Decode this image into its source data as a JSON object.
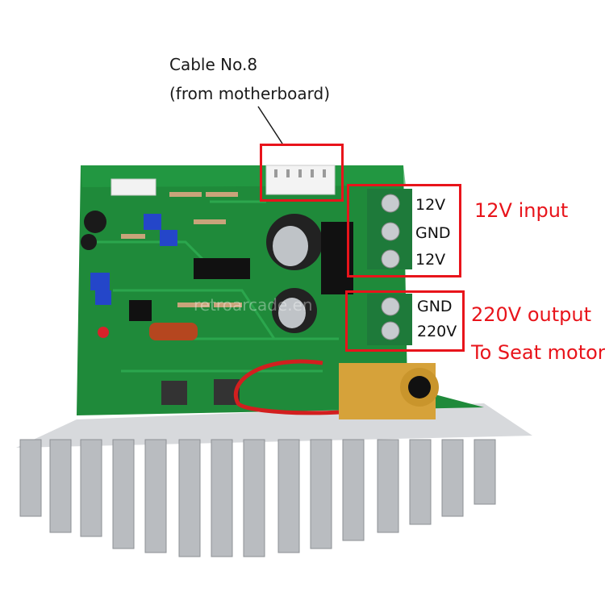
{
  "captions": {
    "cable_line1": "Cable No.8",
    "cable_line2": "(from motherboard)"
  },
  "annotations": {
    "input_label": "12V input",
    "output_label": "220V output",
    "output_dest": "To Seat motor"
  },
  "terminals": {
    "input": [
      "12V",
      "GND",
      "12V"
    ],
    "output": [
      "GND",
      "220V"
    ]
  },
  "watermark": "retroarcade.en",
  "colors": {
    "accent_red": "#e8141b",
    "pcb_green": "#1f8a3a",
    "terminal_green": "#1e7a3a",
    "heatsink": "#b9bcc0"
  }
}
